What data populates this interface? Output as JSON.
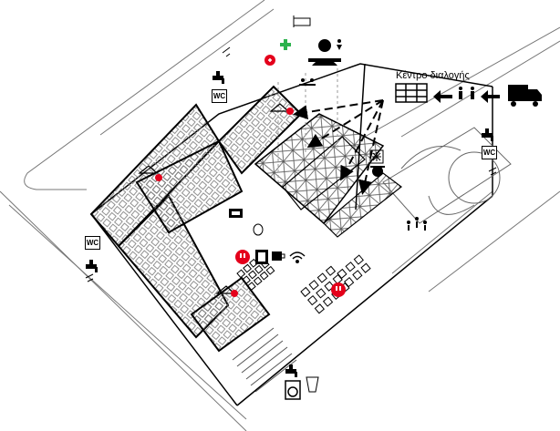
{
  "distribution_center": {
    "label": "Κέντρο διαλογής"
  },
  "facilities": {
    "wc_top": "WC",
    "wc_left": "WC",
    "wc_right": "WC"
  },
  "colors": {
    "first_aid": "#2bb24c",
    "alert_red": "#e4001b",
    "line": "#000000",
    "grid_light": "#999999"
  },
  "icons": [
    "truck-icon",
    "arrow-left-icon",
    "people-carry-icon",
    "warehouse-shelves-icon",
    "reception-desk-icon",
    "first-aid-icon",
    "medical-cross-icon",
    "bed-icon",
    "dining-icon",
    "water-tap-icon",
    "wc-icon",
    "shower-icon",
    "snowflake-icon",
    "cooking-pot-icon",
    "children-icon",
    "power-outlet-icon",
    "coffee-icon",
    "wifi-icon",
    "laundry-icon",
    "trash-bin-icon",
    "tent-icon"
  ]
}
